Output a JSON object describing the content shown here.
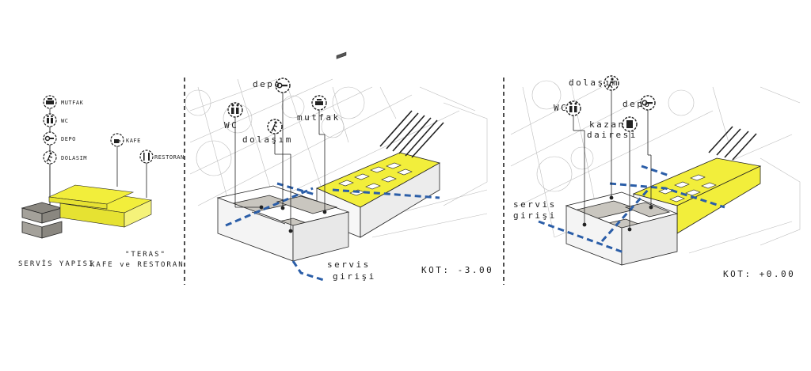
{
  "colors": {
    "accent_yellow": "#f2ee3b",
    "dash_blue": "#2b5ea8",
    "service_grey": "#8a8780",
    "line": "#222222"
  },
  "legend": {
    "icons": [
      {
        "label": "MUTFAK",
        "icon": "kitchen-icon"
      },
      {
        "label": "WC",
        "icon": "wc-icon"
      },
      {
        "label": "DEPO",
        "icon": "storage-icon"
      },
      {
        "label": "DOLASIM",
        "icon": "circulation-icon"
      },
      {
        "label": "KAFE",
        "icon": "cafe-icon"
      },
      {
        "label": "RESTORAN",
        "icon": "restaurant-icon"
      }
    ],
    "service_label": "SERVİS YAPISI",
    "teras_label": "\"TERAS\"",
    "kafe_label": "KAFE ve RESTORAN"
  },
  "plan_lower": {
    "labels": {
      "depo": "depo",
      "wc": "WC",
      "dolasim": "dolaşım",
      "mutfak": "mutfak"
    },
    "entrance_line1": "servis",
    "entrance_line2": "girişi",
    "level": "KOT: -3.00"
  },
  "plan_upper": {
    "labels": {
      "dolasim": "dolaşım",
      "wc": "WC",
      "depo": "depo",
      "kazan1": "kazan",
      "kazan2": "dairesi"
    },
    "entrance_line1": "servis",
    "entrance_line2": "girişi",
    "level": "KOT: +0.00"
  }
}
